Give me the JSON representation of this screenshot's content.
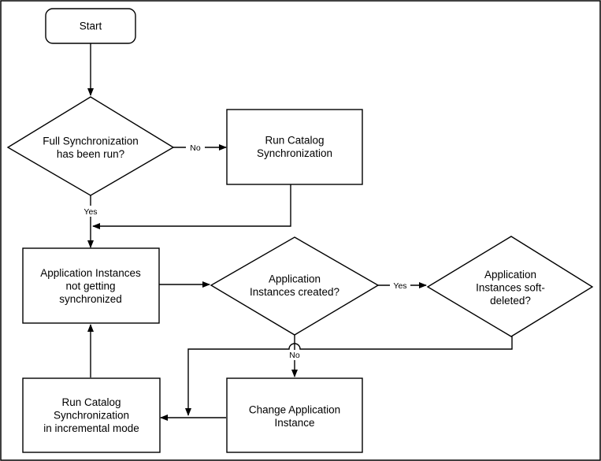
{
  "nodes": {
    "start": {
      "text": [
        "Start"
      ]
    },
    "full_sync_question": {
      "text": [
        "Full Synchronization",
        "has been run?"
      ]
    },
    "run_catalog_sync": {
      "text": [
        "Run Catalog",
        "Synchronization"
      ]
    },
    "app_instances_not_synced": {
      "text": [
        "Application Instances",
        "not getting",
        "synchronized"
      ]
    },
    "app_instances_created_question": {
      "text": [
        "Application",
        "Instances created?"
      ]
    },
    "app_instances_soft_deleted_question": {
      "text": [
        "Application",
        "Instances soft-",
        "deleted?"
      ]
    },
    "run_catalog_sync_incremental": {
      "text": [
        "Run Catalog",
        "Synchronization",
        "in incremental mode"
      ]
    },
    "change_app_instance": {
      "text": [
        "Change Application",
        "Instance"
      ]
    }
  },
  "edge_labels": {
    "no_full_sync": "No",
    "yes_full_sync": "Yes",
    "yes_created": "Yes",
    "no_created": "No"
  }
}
